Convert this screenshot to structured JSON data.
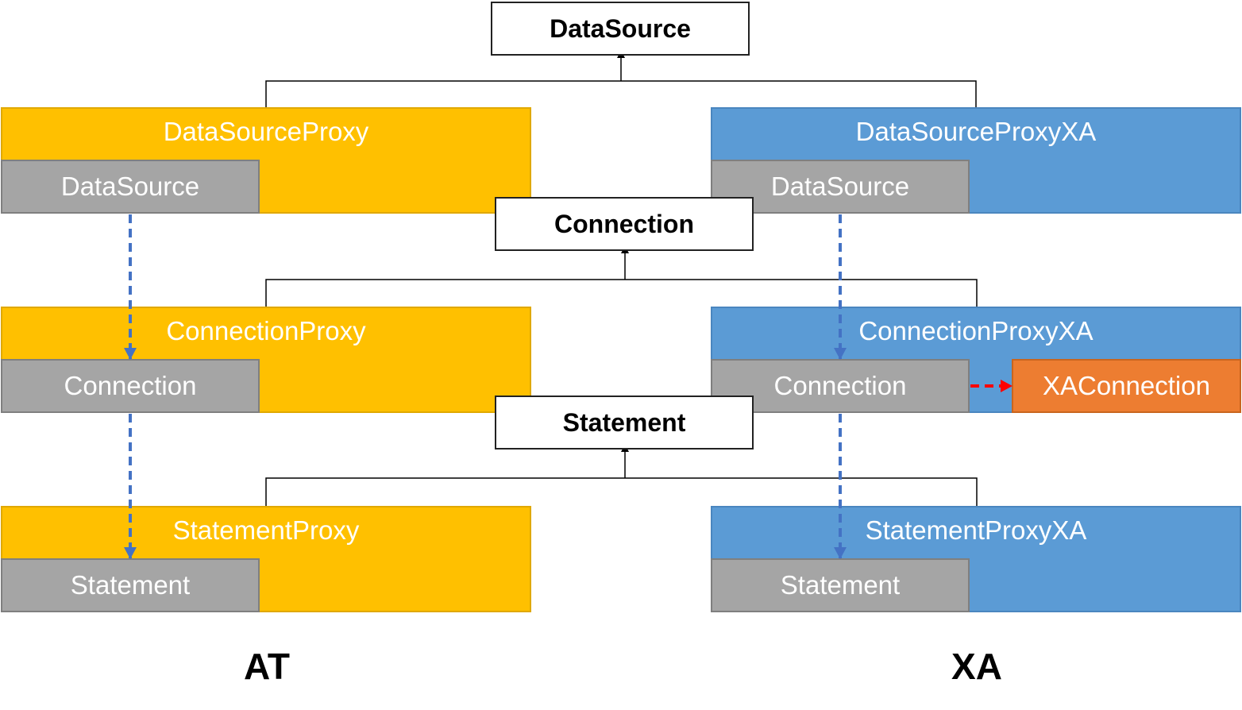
{
  "interfaces": {
    "datasource": "DataSource",
    "connection": "Connection",
    "statement": "Statement"
  },
  "at": {
    "datasource_proxy": {
      "title": "DataSourceProxy",
      "inner": "DataSource"
    },
    "connection_proxy": {
      "title": "ConnectionProxy",
      "inner": "Connection"
    },
    "statement_proxy": {
      "title": "StatementProxy",
      "inner": "Statement"
    },
    "label": "AT"
  },
  "xa": {
    "datasource_proxy": {
      "title": "DataSourceProxyXA",
      "inner": "DataSource"
    },
    "connection_proxy": {
      "title": "ConnectionProxyXA",
      "inner": "Connection",
      "extra": "XAConnection"
    },
    "statement_proxy": {
      "title": "StatementProxyXA",
      "inner": "Statement"
    },
    "label": "XA"
  },
  "colors": {
    "at_fill": "#FFC000",
    "xa_fill": "#5B9BD5",
    "inner_fill": "#A5A5A5",
    "xaconnection_fill": "#ED7D31",
    "blue_arrow": "#4472C4",
    "red_arrow": "#FF0000"
  }
}
